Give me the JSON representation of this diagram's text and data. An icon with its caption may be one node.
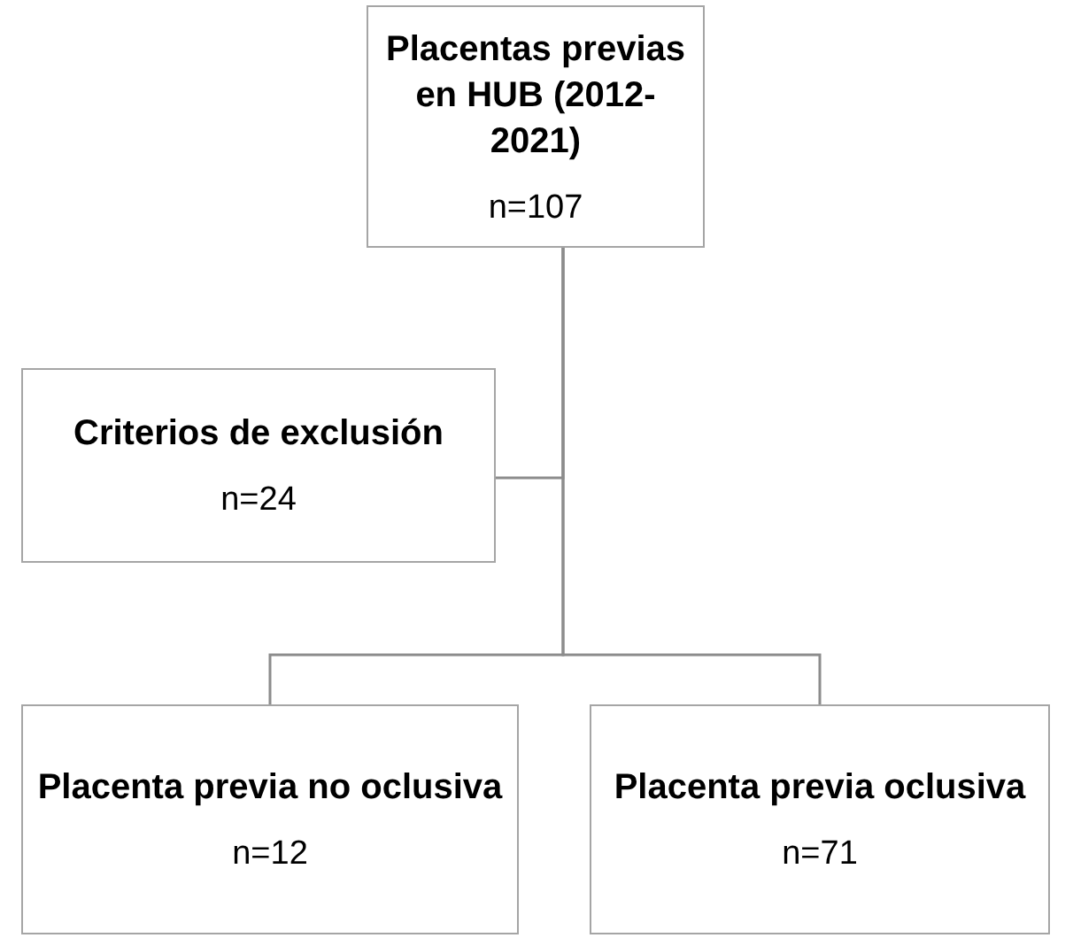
{
  "diagram": {
    "nodes": [
      {
        "text": [
          "Placentas previas en HUB (2012-2021)",
          "n=107"
        ]
      },
      {
        "text": [
          "Criterios de exclusión",
          "n=24"
        ]
      },
      {
        "text": [
          "Placenta previa no oclusiva",
          "n=12"
        ]
      },
      {
        "text": [
          "Placenta previa oclusiva",
          "n=71"
        ]
      }
    ],
    "edges": [
      {
        "from": 0,
        "to": 1,
        "arrow": "none"
      },
      {
        "from": 0,
        "to": 2,
        "arrow": "none"
      },
      {
        "from": 0,
        "to": 3,
        "arrow": "none"
      }
    ]
  }
}
